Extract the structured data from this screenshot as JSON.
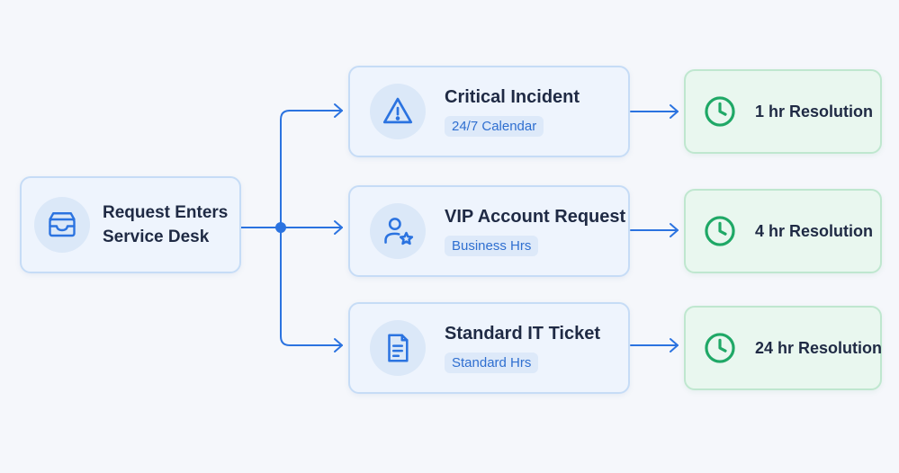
{
  "colors": {
    "line": "#2b73e0",
    "icon_blue": "#2b73e0",
    "icon_green": "#1fa866"
  },
  "start": {
    "icon": "inbox-tray-icon",
    "label": "Request Enters\nService Desk"
  },
  "routes": [
    {
      "icon": "warning-triangle-icon",
      "title": "Critical Incident",
      "calendar": "24/7 Calendar"
    },
    {
      "icon": "user-star-icon",
      "title": "VIP Account Request",
      "calendar": "Business Hrs"
    },
    {
      "icon": "ticket-document-icon",
      "title": "Standard IT Ticket",
      "calendar": "Standard Hrs"
    }
  ],
  "slas": [
    {
      "icon": "clock-icon",
      "label": "1 hr Resolution"
    },
    {
      "icon": "clock-icon",
      "label": "4 hr Resolution"
    },
    {
      "icon": "clock-icon",
      "label": "24 hr Resolution"
    }
  ]
}
